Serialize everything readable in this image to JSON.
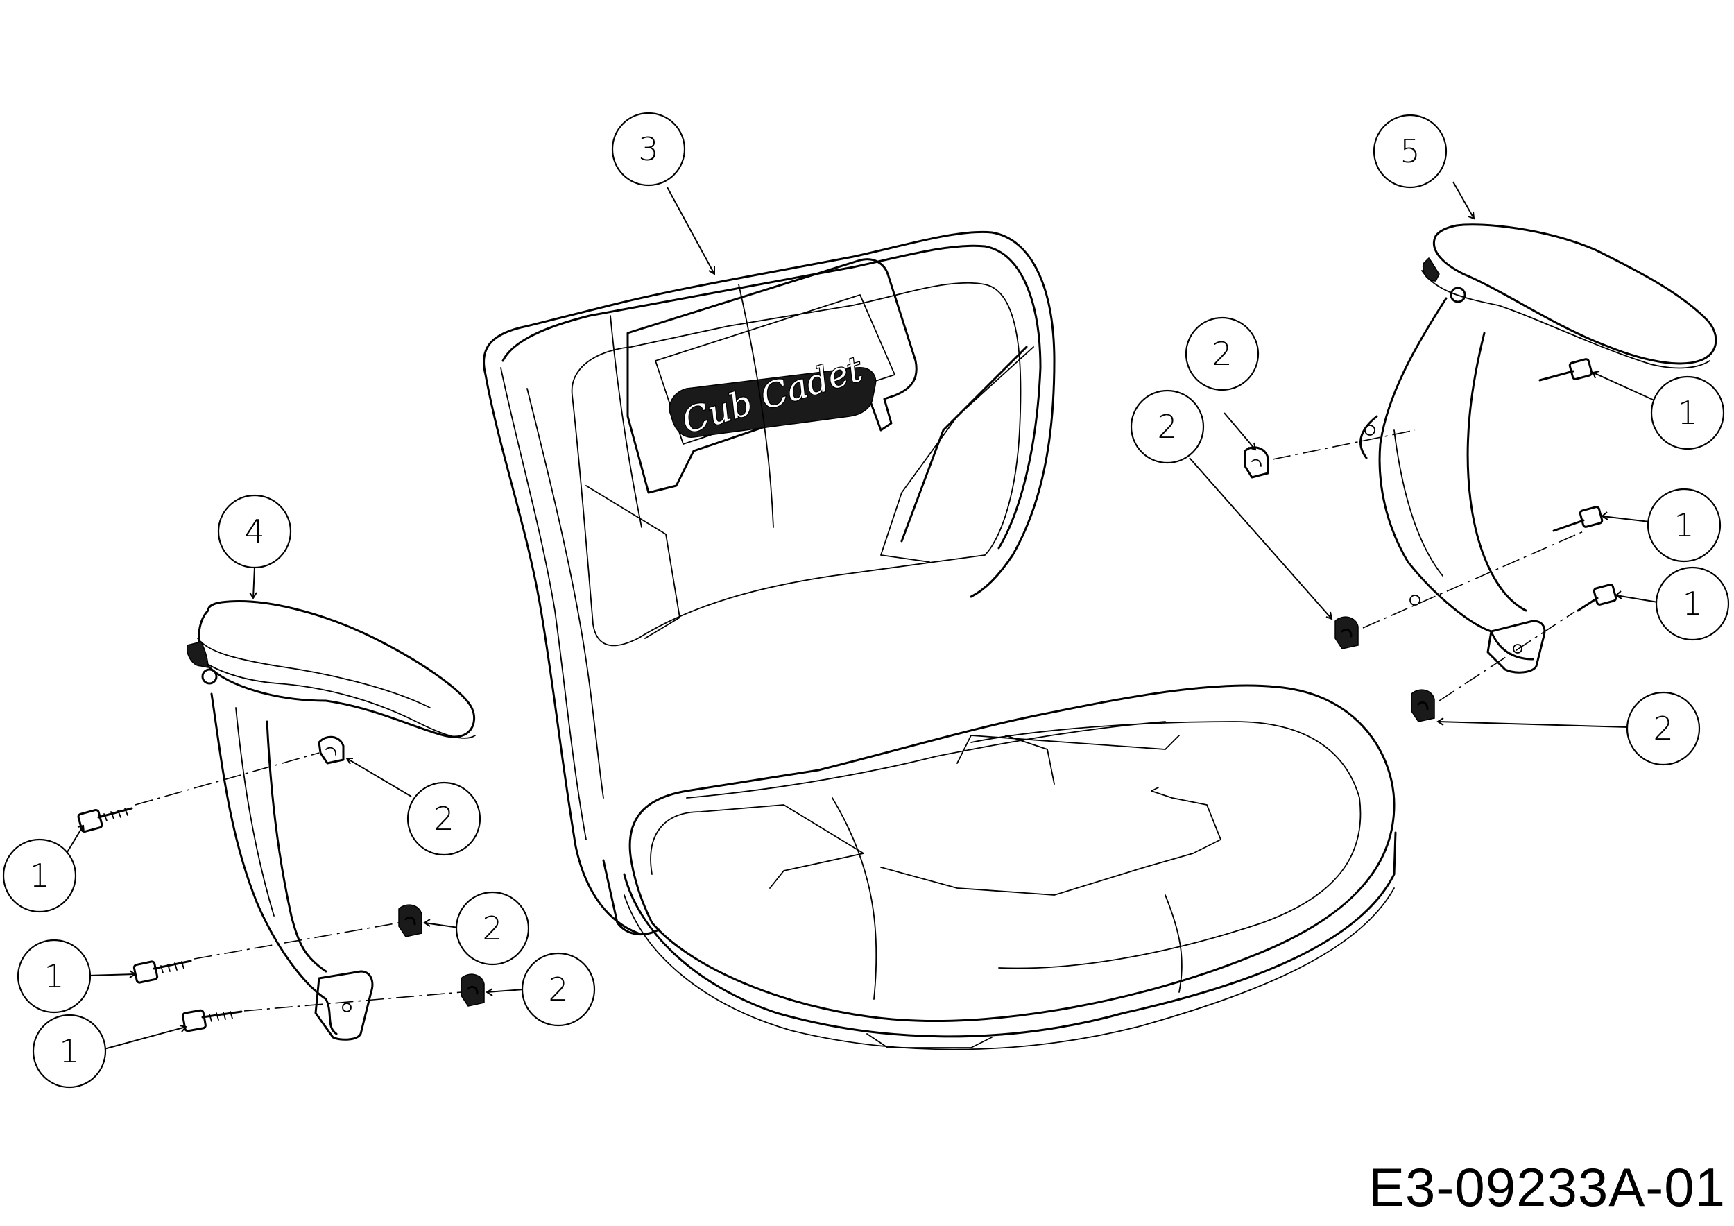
{
  "drawing_number": "E3-09233A-01",
  "brand_logo_text": "Cub Cadet",
  "callouts": [
    {
      "id": "c3",
      "label": "3"
    },
    {
      "id": "c5",
      "label": "5"
    },
    {
      "id": "c4",
      "label": "4"
    },
    {
      "id": "c2a",
      "label": "2"
    },
    {
      "id": "c2b",
      "label": "2"
    },
    {
      "id": "c1a",
      "label": "1"
    },
    {
      "id": "c1b",
      "label": "1"
    },
    {
      "id": "c1c",
      "label": "1"
    },
    {
      "id": "c2c",
      "label": "2"
    },
    {
      "id": "c2d",
      "label": "2"
    },
    {
      "id": "c2e",
      "label": "2"
    },
    {
      "id": "c1d",
      "label": "1"
    },
    {
      "id": "c1e",
      "label": "1"
    },
    {
      "id": "c1f",
      "label": "1"
    },
    {
      "id": "c2f",
      "label": "2"
    }
  ],
  "colors": {
    "line": "#000000",
    "background": "#ffffff"
  }
}
